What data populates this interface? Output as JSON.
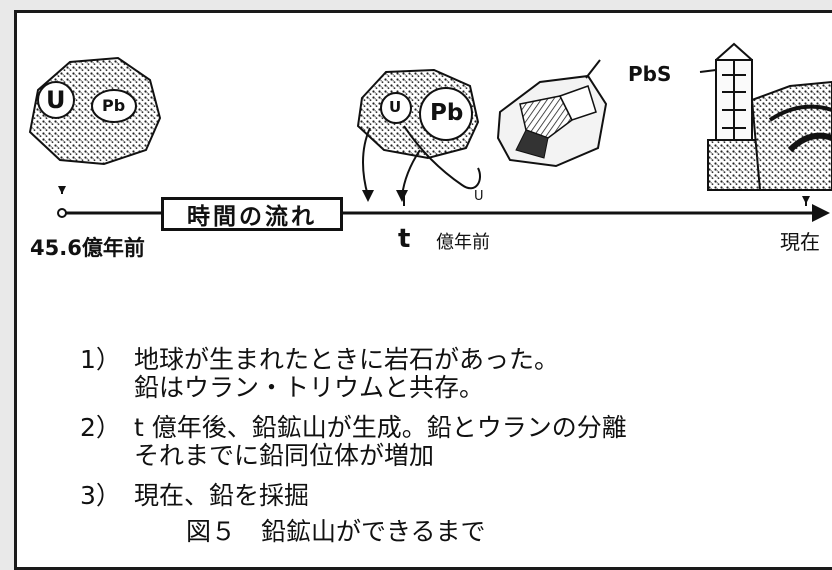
{
  "diagram": {
    "labels": {
      "uranium_left": "U",
      "lead_left": "Pb",
      "uranium_mid": "U",
      "lead_mid": "Pb",
      "galena": "PbS",
      "decay_u": "U",
      "flow_of_time": "時間の流れ",
      "t_symbol": "t",
      "t_unit": "億年前",
      "start_time": "45.6億年前",
      "present": "現在"
    }
  },
  "notes": [
    {
      "number": "1）",
      "lines": [
        "地球が生まれたときに岩石があった。",
        "鉛はウラン・トリウムと共存。"
      ]
    },
    {
      "number": "2）",
      "lines": [
        "t 億年後、鉛鉱山が生成。鉛とウランの分離",
        "それまでに鉛同位体が増加"
      ]
    },
    {
      "number": "3）",
      "lines": [
        "現在、鉛を採掘"
      ]
    }
  ],
  "caption": "図５　鉛鉱山ができるまで"
}
